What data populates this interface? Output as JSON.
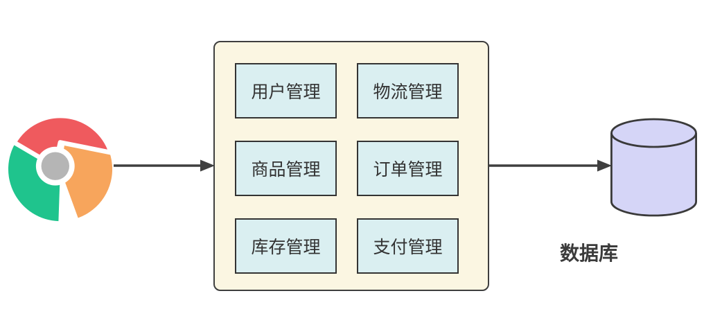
{
  "diagram": {
    "browser": {
      "icon_name": "chrome-browser-icon"
    },
    "modules": [
      "用户管理",
      "物流管理",
      "商品管理",
      "订单管理",
      "库存管理",
      "支付管理"
    ],
    "database": {
      "icon_name": "database-cylinder-icon",
      "label": "数据库"
    },
    "connections": [
      {
        "from": "browser",
        "to": "module-panel"
      },
      {
        "from": "module-panel",
        "to": "database"
      }
    ]
  },
  "colors": {
    "chrome-red": "#EF5A5E",
    "chrome-green": "#1FC48D",
    "chrome-orange": "#F7A55C",
    "chrome-hub": "#B5B5B5",
    "panel-fill": "#FBF6E2",
    "panel-border": "#3E3E3E",
    "module-fill": "#DAEFF1",
    "module-border": "#333333",
    "db-fill": "#D5D5F7",
    "db-border": "#3A3A3A",
    "arrow": "#3F3F3F",
    "text": "#333333"
  }
}
